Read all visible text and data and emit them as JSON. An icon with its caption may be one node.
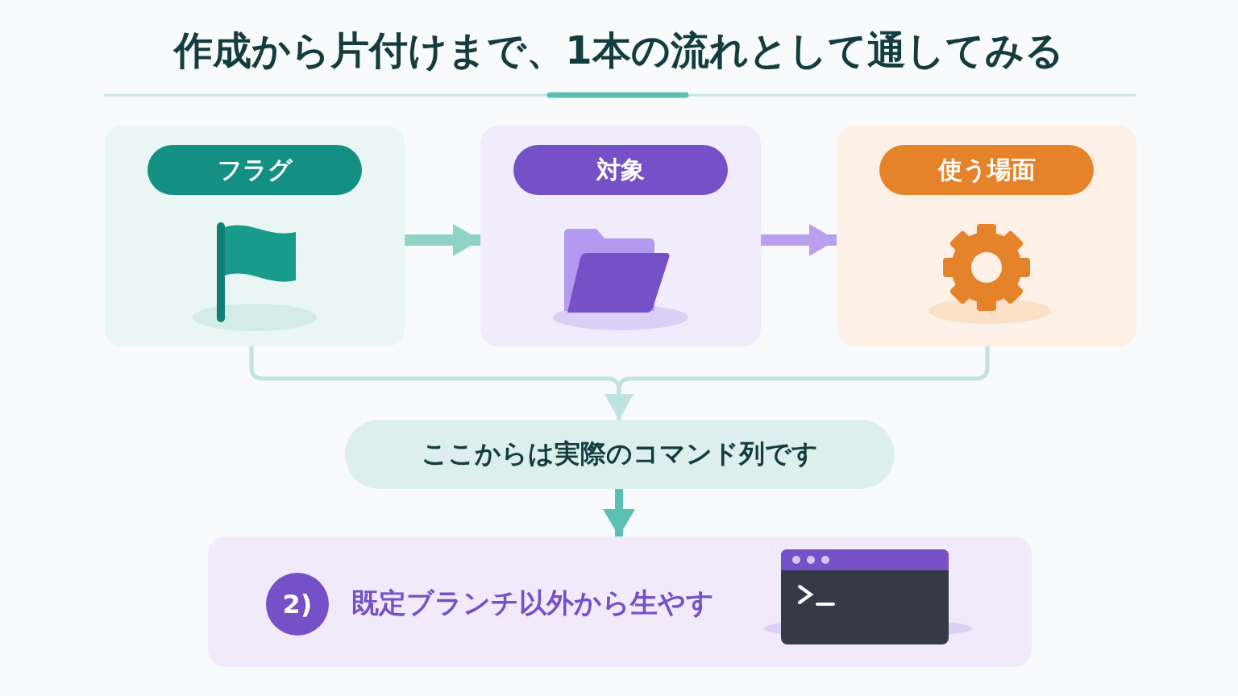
{
  "diagram": {
    "title": "作成から片付けまで、1本の流れとして通してみる",
    "nodes": [
      {
        "text": [
          "フラグ"
        ]
      },
      {
        "text": [
          "対象"
        ]
      },
      {
        "text": [
          "使う場面"
        ]
      },
      {
        "text": [
          "ここからは実際のコマンド列です"
        ]
      },
      {
        "text": [
          "既定ブランチ以外から生やす"
        ]
      },
      {
        "text": [
          "2)"
        ],
        "in": 4
      }
    ],
    "edges": [
      {
        "from": 0,
        "to": 1,
        "arrow": "to",
        "color": "#8fd3c8"
      },
      {
        "from": 1,
        "to": 2,
        "arrow": "to",
        "color": "#b9a0ee"
      },
      {
        "from": 0,
        "to": 3,
        "arrow": "to"
      },
      {
        "from": 2,
        "to": 3,
        "arrow": "to"
      },
      {
        "from": 3,
        "to": 4,
        "arrow": "to",
        "color": "#5bbfb3"
      }
    ]
  }
}
